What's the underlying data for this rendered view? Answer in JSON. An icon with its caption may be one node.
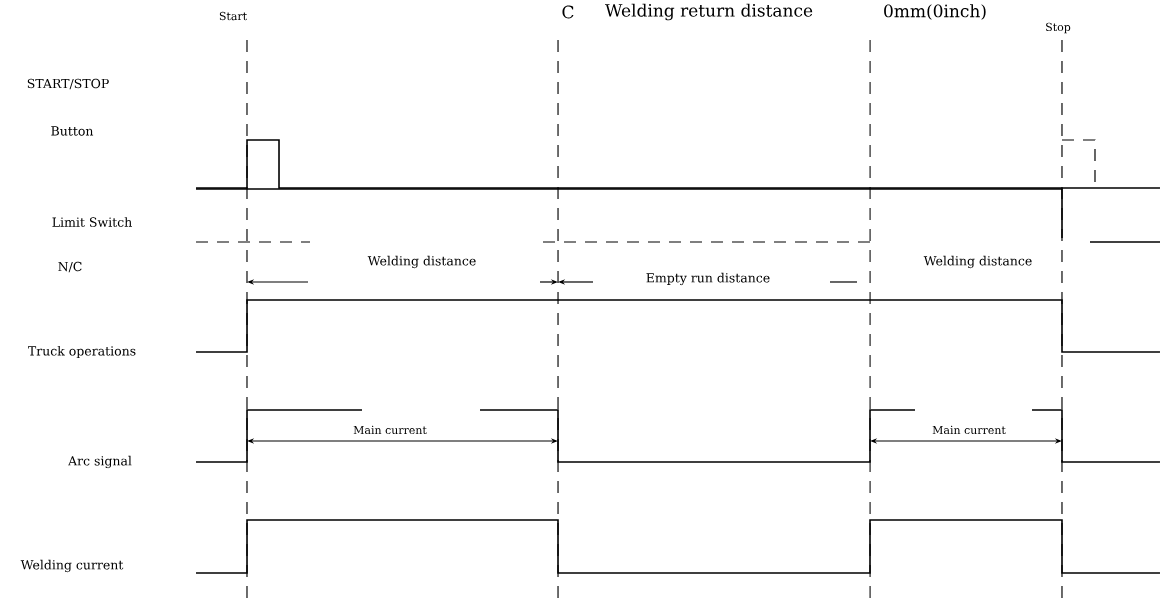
{
  "diagram": {
    "labels": [
      "Start",
      "C",
      "Welding return distance",
      "0mm(0inch)",
      "Stop",
      "START/STOP",
      "Button",
      "Limit Switch",
      "N/C",
      "Welding distance",
      "Empty run distance",
      "Welding distance",
      "Truck operations",
      "Arc signal",
      "Main current",
      "Main current",
      "Welding current"
    ]
  }
}
